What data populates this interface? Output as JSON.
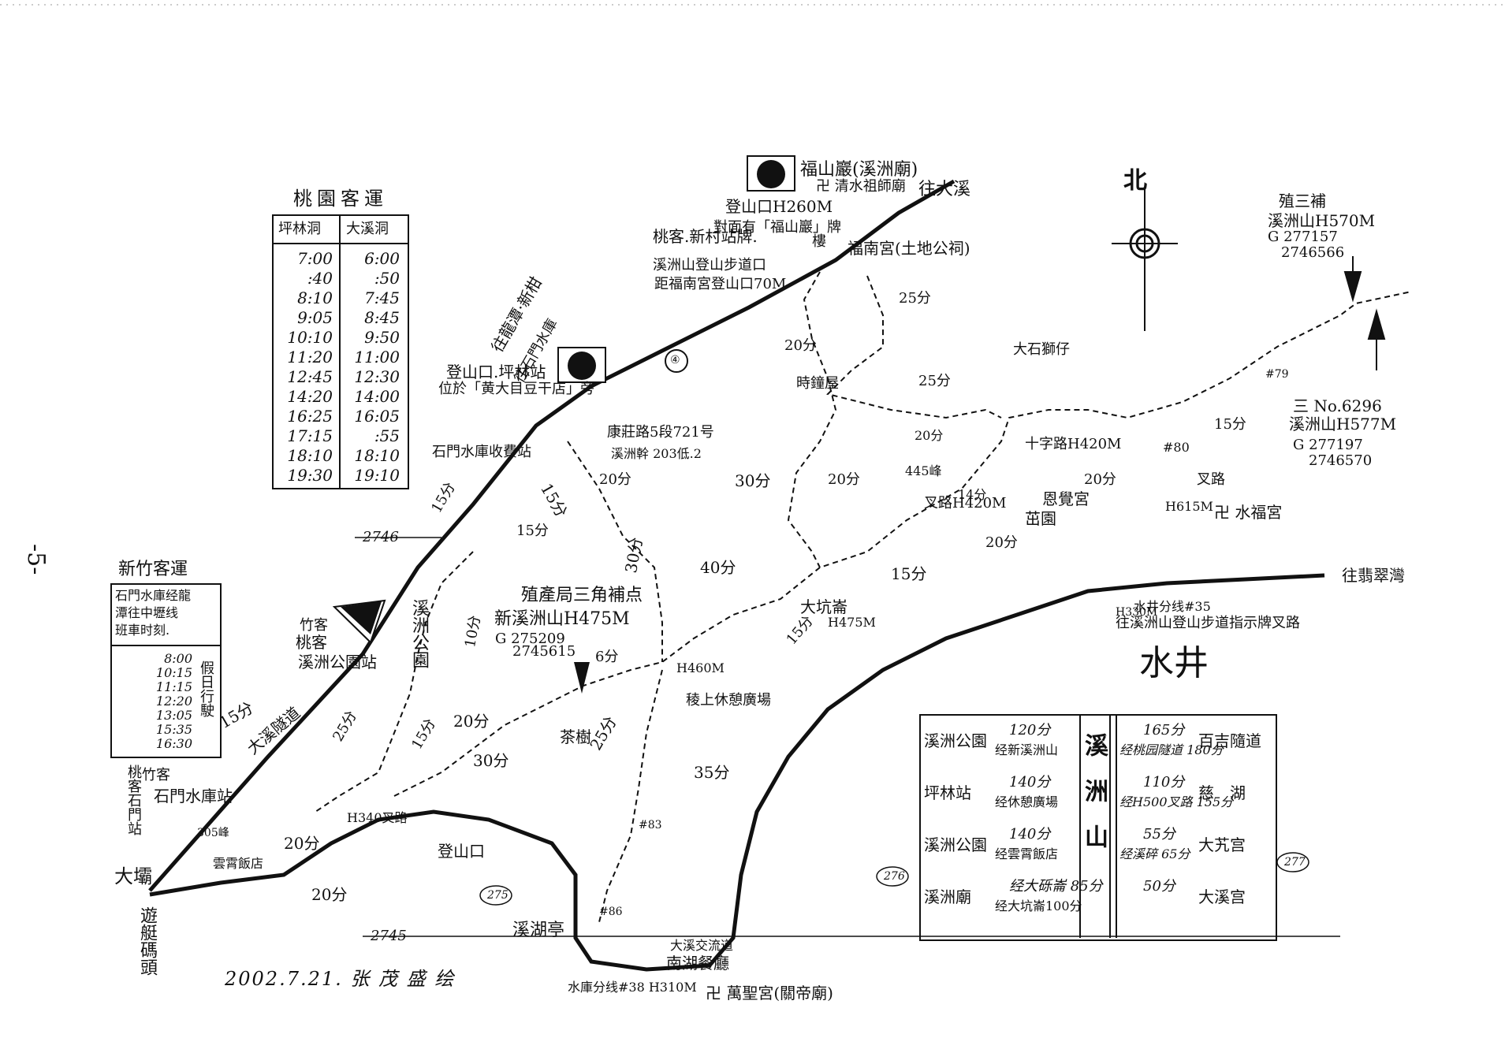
{
  "page_number": "-5-",
  "north": "北",
  "signature": "2002.7.21. 张 茂 盛 绘",
  "grid_labels": {
    "g2746": "2746",
    "g2745": "2745",
    "g275": "275",
    "g276": "276",
    "g277": "277"
  },
  "route_number": "④",
  "taoyuan_bus": {
    "title": "桃園客運",
    "col1_header": "坪林洞",
    "col2_header": "大溪洞",
    "col1": [
      "7:00",
      ":40",
      "8:10",
      "9:05",
      "10:10",
      "11:20",
      "12:45",
      "14:20",
      "16:25",
      "17:15",
      "18:10",
      "19:30"
    ],
    "col2": [
      "6:00",
      ":50",
      "7:45",
      "8:45",
      "9:50",
      "11:00",
      "12:30",
      "14:00",
      "16:05",
      ":55",
      "18:10",
      "19:10"
    ]
  },
  "hsinchu_bus": {
    "title": "新竹客運",
    "note1": "石門水庫经龍",
    "note2": "潭往中壢线",
    "note3": "班車时刻.",
    "times": [
      "8:00",
      "10:15",
      "11:15",
      "12:20",
      "13:05",
      "15:35",
      "16:30"
    ],
    "holiday": "假日行駛"
  },
  "legend": {
    "mountain_title": "溪洲山",
    "rows_left": [
      {
        "place": "溪洲公園",
        "time": "120分",
        "via": "经新溪洲山"
      },
      {
        "place": "坪林站",
        "time": "140分",
        "via": "经休憩廣場"
      },
      {
        "place": "溪洲公園",
        "time": "140分",
        "via": "经雲霄飯店"
      },
      {
        "place": "溪洲廟",
        "time": "经大砾崙 85分",
        "via": "经大坑崙100分"
      }
    ],
    "rows_right": [
      {
        "time": "165分",
        "place": "百吉隨道",
        "via": "经桃园隧道 180分"
      },
      {
        "time": "110分",
        "place": "慈　湖",
        "via": "经H500叉路 155分"
      },
      {
        "time": "55分",
        "place": "大艽宫",
        "via": "经溪碎 65分"
      },
      {
        "time": "50分",
        "place": "大溪宫",
        "via": ""
      }
    ]
  },
  "labels": {
    "fushan_yan": "福山巖(溪洲廟)",
    "qingshui": "卍 清水祖師廟",
    "to_daxi": "往大溪",
    "trailhead_260": "登山口H260M",
    "sign_opposite": "對面有「福山巖」牌",
    "sign_taoke": "桃客.新村站牌.",
    "sign_lou": "樓",
    "funan_gong": "福南宮(土地公祠)",
    "xizhou_trail": "溪洲山登山步道口",
    "dist_70": "距福南宮登山口70M",
    "to_longtan": "往龍潭·新柑",
    "to_shimen": "往石門水庫",
    "trail_pinglin": "登山口.坪林站",
    "trail_pinglin2": "位於「黄大目豆干店」旁",
    "shimen_toll": "石門水庫收費站",
    "kangzhuang": "康莊路5段721号",
    "xizhou_kang": "溪洲幹 203低.2",
    "zhongzhong": "時鐘屋",
    "dashigui": "大石獅仔",
    "cross_420": "十字路H420M",
    "no80": "#80",
    "fork_615": "叉路",
    "h615": "H615M",
    "peak_445": "445峰",
    "fork_420": "叉路H420M",
    "enjuegong": "恩覺宮",
    "orchard": "茁園",
    "shuifugong": "卍 水福宮",
    "to_zhuhu": "往翡翠灣",
    "h330": "H330M",
    "shuijing_35": "水井分线#35",
    "to_xizhou_sign": "往溪洲山登山步道指示牌叉路",
    "shuijing": "水井",
    "dakeng": "大坑崙",
    "h475": "H475M",
    "zhi_title": "殖產局三角補点",
    "xin_xizhou": "新溪洲山H475M",
    "g1": "G 275209",
    "g2": "2745615",
    "h460": "H460M",
    "rest_plaza": "稜上休憩廣場",
    "tea": "茶樹",
    "zhuke_park": "竹客",
    "taoke_park": "桃客",
    "xizhou_park_stop": "溪洲公園站",
    "xizhou_park": "溪洲公園",
    "daxi_tunnel": "大溪隧道",
    "zhuke2": "竹客",
    "taoke_shimen": "桃客石門站",
    "shimen_res": "石門水庫站",
    "dam": "大壩",
    "boat": "遊艇碼頭",
    "peak_305": "305峰",
    "yunxiao": "雲霄飯店",
    "fork_340": "H340叉路",
    "trailhead_dk": "登山口",
    "xihu_temple": "溪湖亭",
    "nanhu": "南湖餐廳",
    "daxi_inter": "大溪交流道",
    "shuiku_fork": "水庫分线#38 H310M",
    "wansheng": "卍 萬聖宮(關帝廟)",
    "no83": "#83",
    "no86": "#86",
    "no79": "#79",
    "zhi_sanbu": "殖三補",
    "xz570": "溪洲山H570M",
    "g570a": "G 277157",
    "g570b": "2746566",
    "sanjiao": "三 No.6296",
    "xz577": "溪洲山H577M",
    "g577a": "G 277197",
    "g577b": "2746570",
    "t25a": "25分",
    "t20a": "20分",
    "t25b": "25分",
    "t30a": "30分",
    "t20b": "20分",
    "t15a": "15分",
    "t20c": "20分",
    "t15b": "15分",
    "t30b": "30分",
    "t40": "40分",
    "t14": "14分",
    "t20d": "20分",
    "t15c": "15分",
    "t15d": "15分",
    "t20e": "20分",
    "t15e": "15分",
    "t15f": "15分",
    "t10": "10分",
    "t6": "6分",
    "t20f": "20分",
    "t30c": "30分",
    "t25c": "25分",
    "t35": "35分",
    "t20g": "20分",
    "t15g": "15分",
    "t20h": "20分",
    "t25d": "25分",
    "t15h": "15分",
    "t20i": "20分"
  }
}
